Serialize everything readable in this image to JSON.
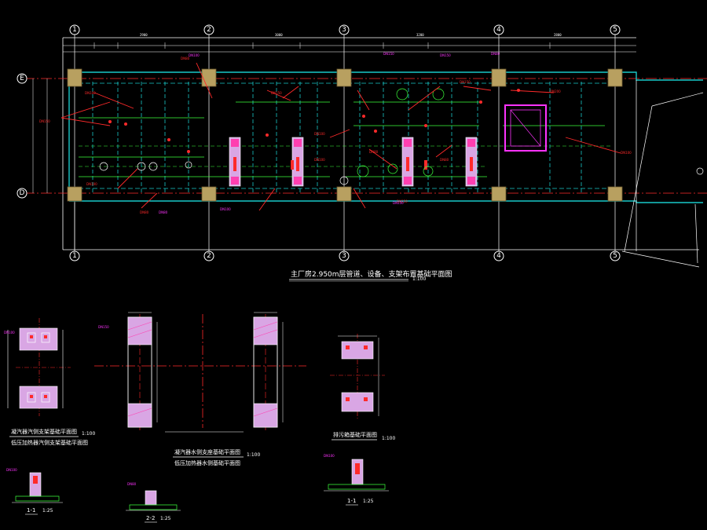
{
  "drawing": {
    "main_title": "主厂房2.950m层管道、设备、支架布置基础平面图",
    "main_scale": "1:100",
    "grid_axes": [
      "1",
      "2",
      "3",
      "4",
      "5"
    ],
    "grid_rows": [
      "E",
      "D"
    ],
    "top_dimensions": [
      "2900",
      "3000",
      "3200",
      "2800"
    ],
    "detail_left_title_1": "凝汽器汽侧支架基础平面图",
    "detail_left_title_2": "低压加热器汽侧支架基础平面图",
    "detail_left_scale": "1:100",
    "detail_mid_title_1": "凝汽器水侧支座基础平面图",
    "detail_mid_title_2": "低压加热器水侧基础平面图",
    "detail_mid_scale": "1:100",
    "detail_right_title": "排污箱基础平面图",
    "detail_right_scale": "1:100",
    "section_1_label": "1-1",
    "section_1_scale": "1:25",
    "section_2_label": "2-2",
    "section_2_scale": "1:25",
    "section_3_label": "1-1",
    "section_3_scale": "1:25"
  },
  "colors": {
    "background": "#000000",
    "grid_line": "#ffffff",
    "axis_line": "#ff2a2a",
    "wall": "#19c8c8",
    "beam": "#3cff3c",
    "annotation": "#ff2a2a",
    "equipment": "#ff33ff",
    "column": "#b8a060",
    "foundation": "#e0a8e0"
  }
}
